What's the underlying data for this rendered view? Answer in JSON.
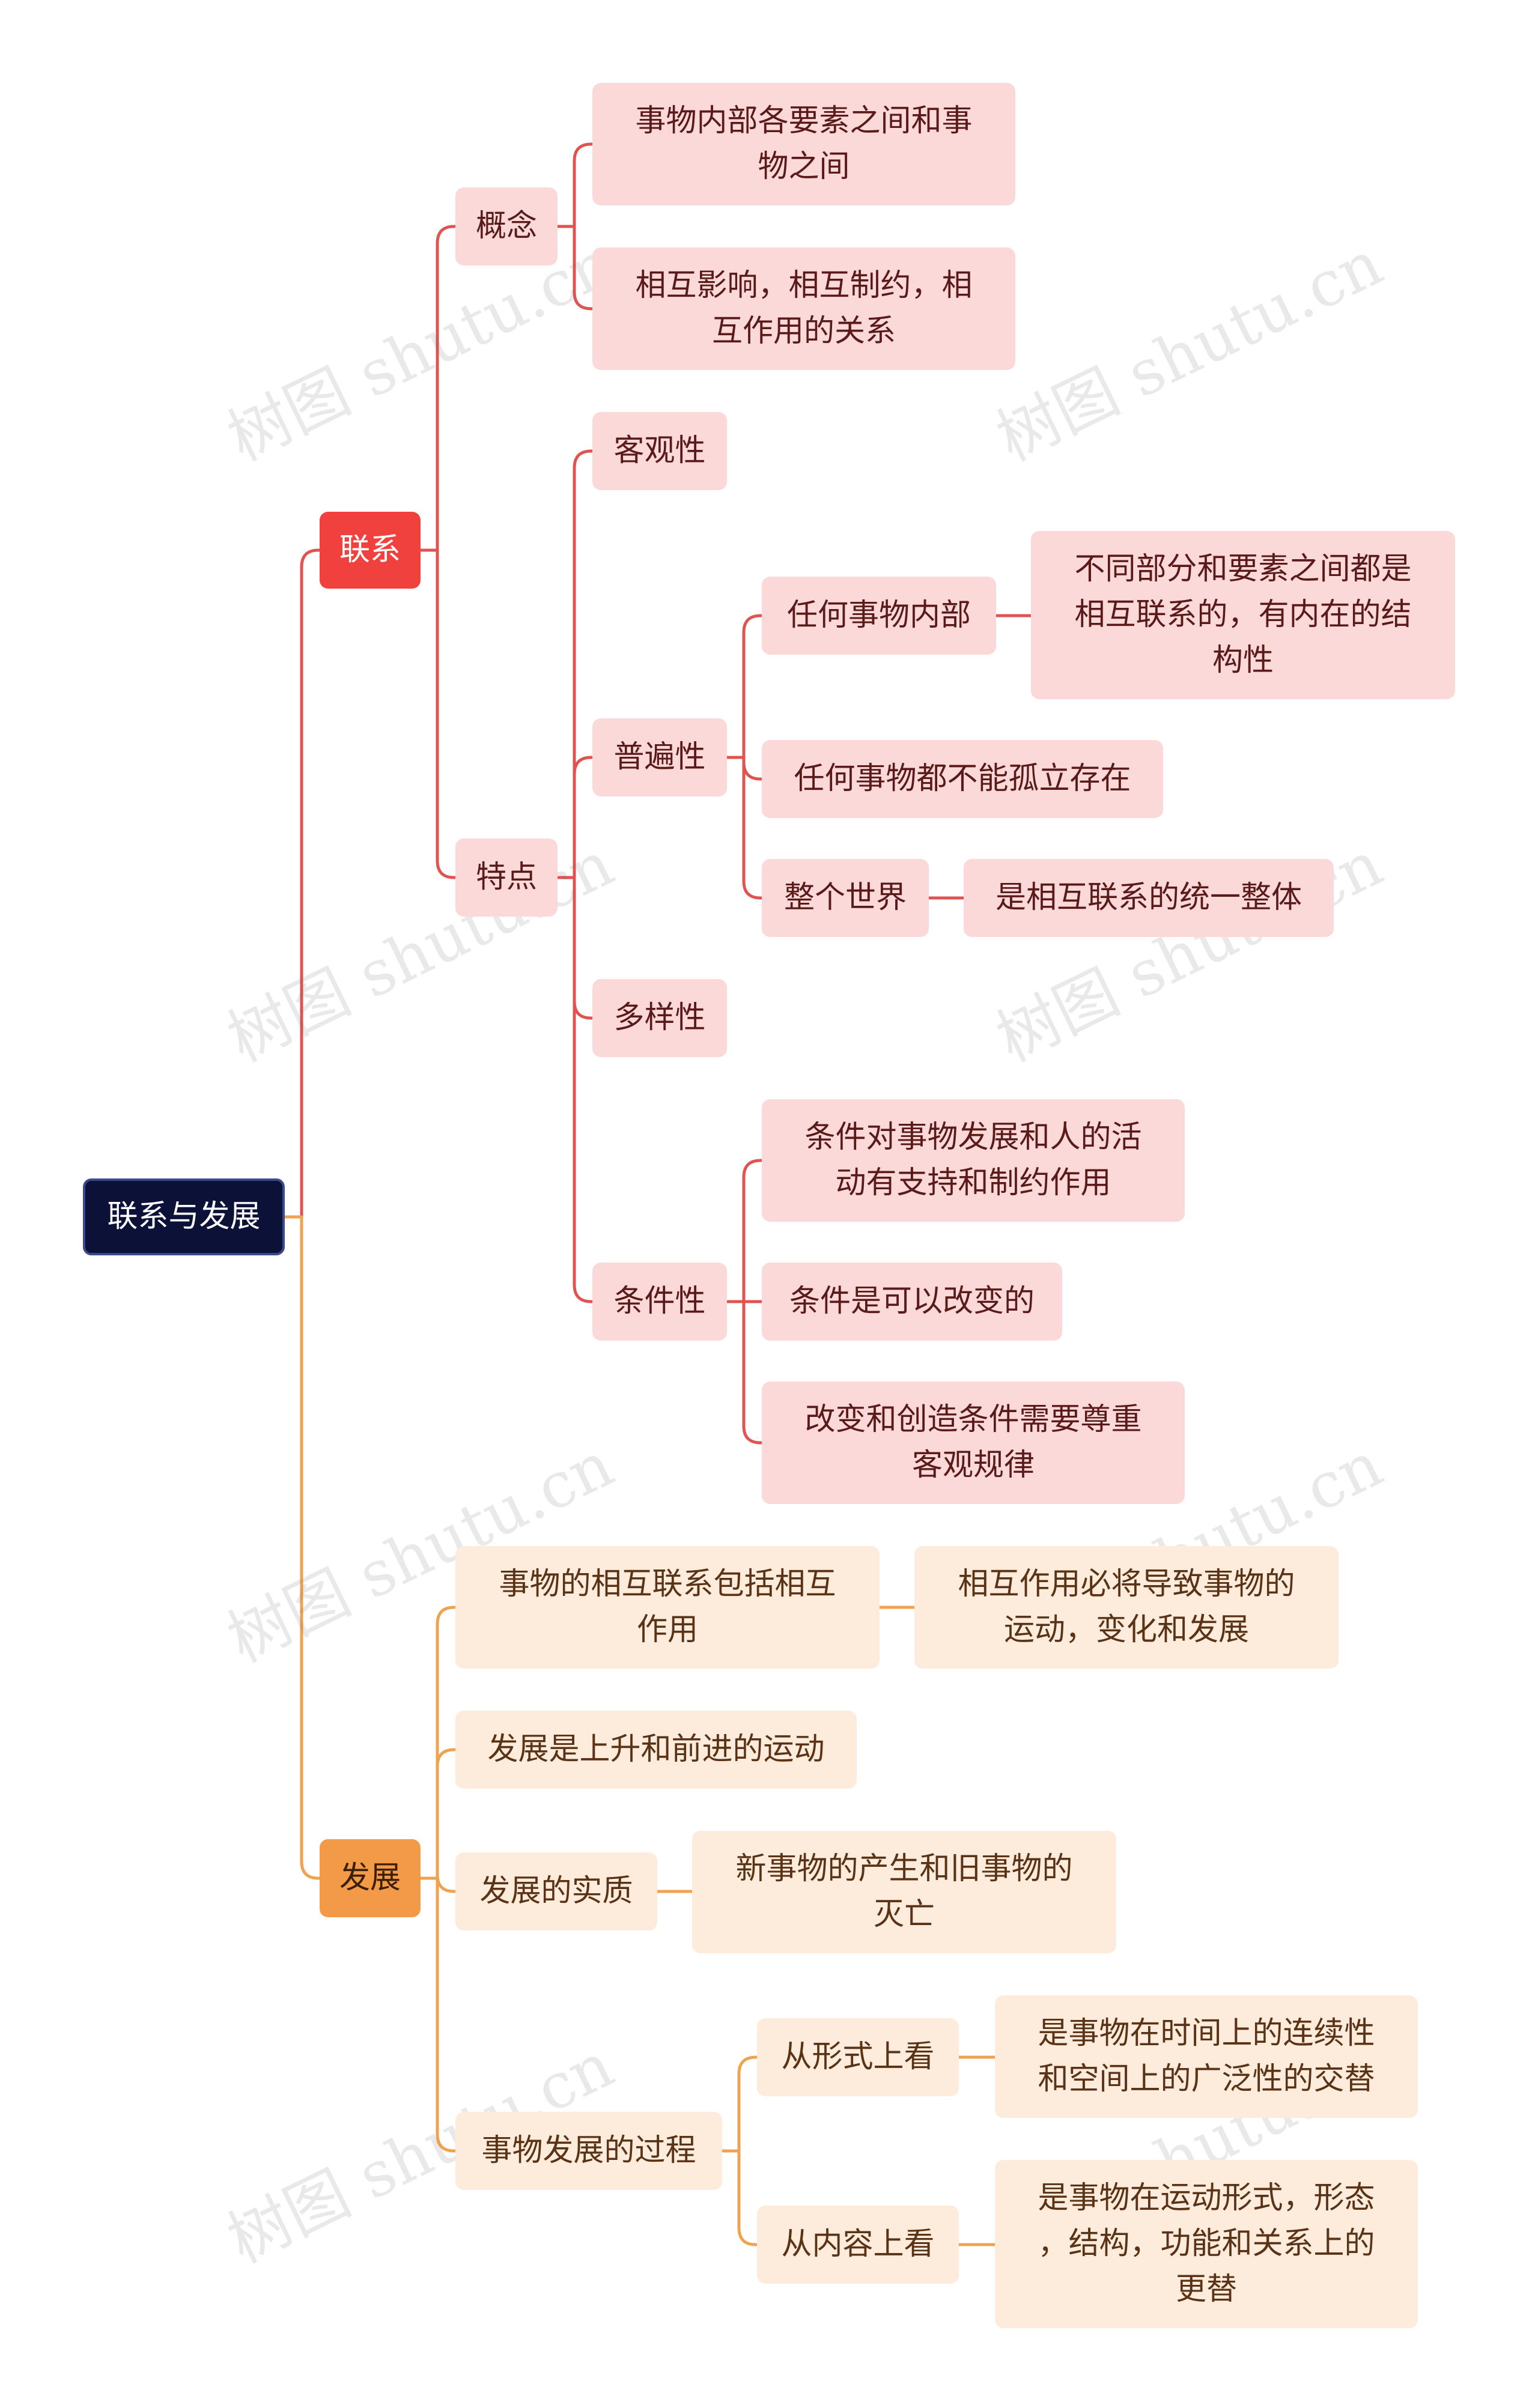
{
  "watermark": "树图 shutu.cn",
  "colors": {
    "red": "#e15350",
    "orange": "#efa24f",
    "root": "#0c1138"
  },
  "nodes": {
    "root": "联系与发展",
    "lianxi": "联系",
    "gainian": "概念",
    "gn1": "事物内部各要素之间和事\n物之间",
    "gn2": "相互影响，相互制约，相\n互作用的关系",
    "tedian": "特点",
    "keguan": "客观性",
    "pubian": "普遍性",
    "pb1": "任何事物内部",
    "pb1a": "不同部分和要素之间都是\n相互联系的，有内在的结\n构性",
    "pb2": "任何事物都不能孤立存在",
    "pb3": "整个世界",
    "pb3a": "是相互联系的统一整体",
    "duoyang": "多样性",
    "tiaojian": "条件性",
    "tj1": "条件对事物发展和人的活\n动有支持和制约作用",
    "tj2": "条件是可以改变的",
    "tj3": "改变和创造条件需要尊重\n客观规律",
    "fazhan": "发展",
    "fz1": "事物的相互联系包括相互\n作用",
    "fz1a": "相互作用必将导致事物的\n运动，变化和发展",
    "fz2": "发展是上升和前进的运动",
    "fz3": "发展的实质",
    "fz3a": "新事物的产生和旧事物的\n灭亡",
    "fz4": "事物发展的过程",
    "fz4a": "从形式上看",
    "fz4a1": "是事物在时间上的连续性\n和空间上的广泛性的交替",
    "fz4b": "从内容上看",
    "fz4b1": "是事物在运动形式，形态\n，结构，功能和关系上的\n更替"
  }
}
